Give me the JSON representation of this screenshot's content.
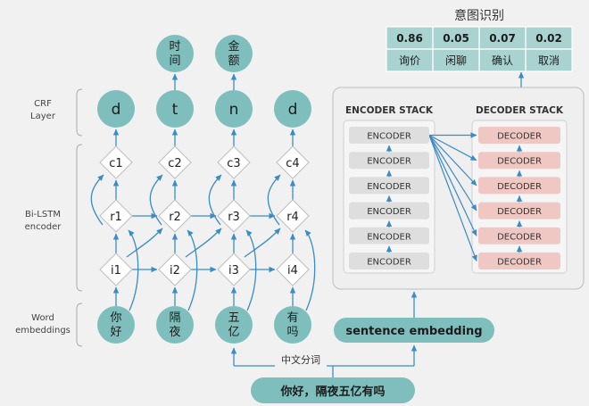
{
  "layer_labels": {
    "crf": [
      "CRF",
      "Layer"
    ],
    "bilstm": [
      "Bi-LSTM",
      "encoder"
    ],
    "word": [
      "Word",
      "embeddings"
    ]
  },
  "words": [
    "你好",
    "隔夜",
    "五亿",
    "有吗"
  ],
  "inputs": [
    "i1",
    "i2",
    "i3",
    "i4"
  ],
  "rnn": [
    "r1",
    "r2",
    "r3",
    "r4"
  ],
  "crf_units": [
    "c1",
    "c2",
    "c3",
    "c4"
  ],
  "tags": [
    "d",
    "t",
    "n",
    "d"
  ],
  "entities": [
    {
      "col": 1,
      "text": "时间"
    },
    {
      "col": 2,
      "text": "金额"
    }
  ],
  "intent": {
    "title": "意图识别",
    "cells": [
      {
        "value": "0.86",
        "label": "询价"
      },
      {
        "value": "0.05",
        "label": "闲聊"
      },
      {
        "value": "0.07",
        "label": "确认"
      },
      {
        "value": "0.02",
        "label": "取消"
      }
    ]
  },
  "encoder": {
    "title": "ENCODER STACK",
    "items": [
      "ENCODER",
      "ENCODER",
      "ENCODER",
      "ENCODER",
      "ENCODER",
      "ENCODER"
    ]
  },
  "decoder": {
    "title": "DECODER STACK",
    "items": [
      "DECODER",
      "DECODER",
      "DECODER",
      "DECODER",
      "DECODER",
      "DECODER"
    ]
  },
  "sentence_embedding": "sentence embedding",
  "segmentation_label": "中文分词",
  "input_sentence": "你好，隔夜五亿有吗",
  "colors": {
    "teal": "#7ebfbd",
    "arrow": "#3a8cc6",
    "decoder_fill": "#efc8c3",
    "encoder_fill": "#dedede",
    "table_fill": "#a9d3d0"
  }
}
